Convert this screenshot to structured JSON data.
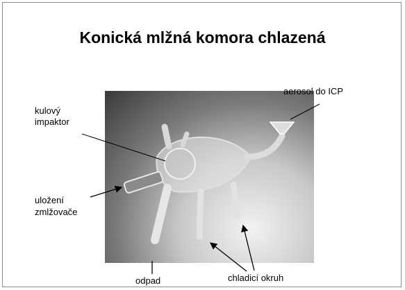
{
  "title": "Konická mlžná komora chlazená",
  "labels": {
    "aerosol": "aerosol do ICP",
    "impaktor_1": "kulový",
    "impaktor_2": "impaktor",
    "ulozeni_1": "uložení",
    "ulozeni_2": "zmlžovače",
    "odpad": "odpad",
    "chladici": "chladicí okruh"
  },
  "colors": {
    "arrow": "#000000",
    "glass": "#e6e6e6"
  }
}
